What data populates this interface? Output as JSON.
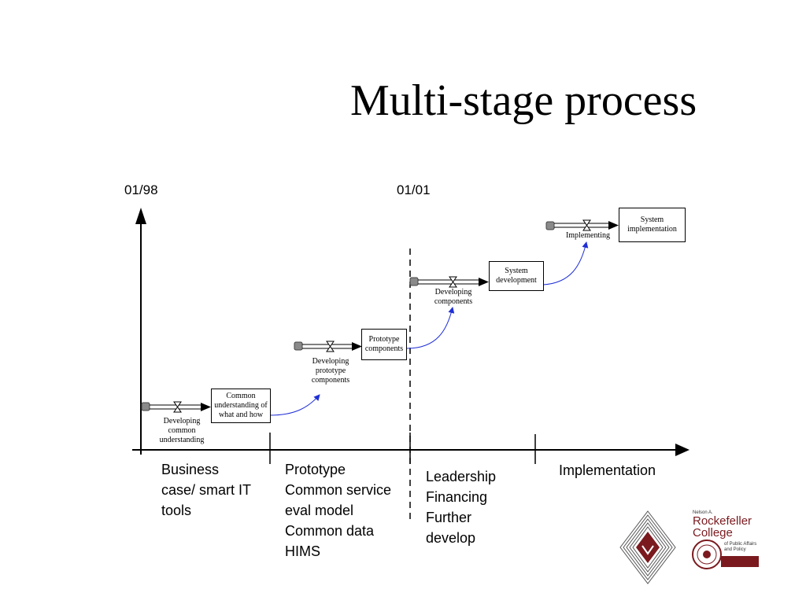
{
  "title": "Multi-stage process",
  "dates": {
    "start": "01/98",
    "middle": "01/01"
  },
  "stocks": [
    {
      "id": "common",
      "label": "Common understanding of what and how"
    },
    {
      "id": "prototype",
      "label": "Prototype components"
    },
    {
      "id": "sysdev",
      "label": "System development"
    },
    {
      "id": "sysimpl",
      "label": "System implementation"
    }
  ],
  "flows": [
    {
      "id": "developing-common",
      "label": "Developing common understanding"
    },
    {
      "id": "developing-prototype",
      "label": "Developing prototype components"
    },
    {
      "id": "developing-components",
      "label": "Developing components"
    },
    {
      "id": "implementing",
      "label": "Implementing"
    }
  ],
  "phases": [
    {
      "lines": [
        "Business",
        "case/ smart IT",
        "tools"
      ]
    },
    {
      "lines": [
        "Prototype",
        "Common service",
        "eval model",
        "Common data",
        "HIMS"
      ]
    },
    {
      "lines": [
        "Leadership",
        "Financing",
        "Further",
        "develop"
      ]
    },
    {
      "lines": [
        "Implementation"
      ]
    }
  ],
  "logo": {
    "small": "Nelson A.",
    "name_line1": "Rockefeller",
    "name_line2": "College",
    "sub_line1": "of Public Affairs",
    "sub_line2": "and Policy"
  },
  "colors": {
    "link_arrow": "#1f2fd6",
    "logo_maroon": "#7a1a1f",
    "cloud_gray": "#8a8a8a"
  }
}
